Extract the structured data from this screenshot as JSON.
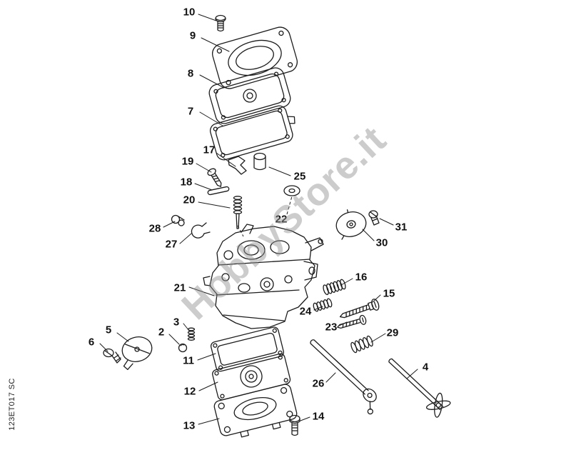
{
  "canvas": {
    "background": "#ffffff",
    "line_color": "#1c1c1c"
  },
  "watermark": {
    "text": "HobbyStore.it",
    "color": "#8f8f8f"
  },
  "side_code": {
    "text": "123ET017 SC"
  },
  "diagram": {
    "type": "exploded-parts-diagram",
    "callouts": [
      {
        "label": "10"
      },
      {
        "label": "9"
      },
      {
        "label": "8"
      },
      {
        "label": "7"
      },
      {
        "label": "17"
      },
      {
        "label": "19"
      },
      {
        "label": "18"
      },
      {
        "label": "20"
      },
      {
        "label": "25"
      },
      {
        "label": "22"
      },
      {
        "label": "28"
      },
      {
        "label": "27"
      },
      {
        "label": "31"
      },
      {
        "label": "30"
      },
      {
        "label": "21"
      },
      {
        "label": "16"
      },
      {
        "label": "24"
      },
      {
        "label": "15"
      },
      {
        "label": "23"
      },
      {
        "label": "29"
      },
      {
        "label": "26"
      },
      {
        "label": "4"
      },
      {
        "label": "5"
      },
      {
        "label": "6"
      },
      {
        "label": "2"
      },
      {
        "label": "3"
      },
      {
        "label": "11"
      },
      {
        "label": "12"
      },
      {
        "label": "13"
      },
      {
        "label": "14"
      }
    ]
  }
}
